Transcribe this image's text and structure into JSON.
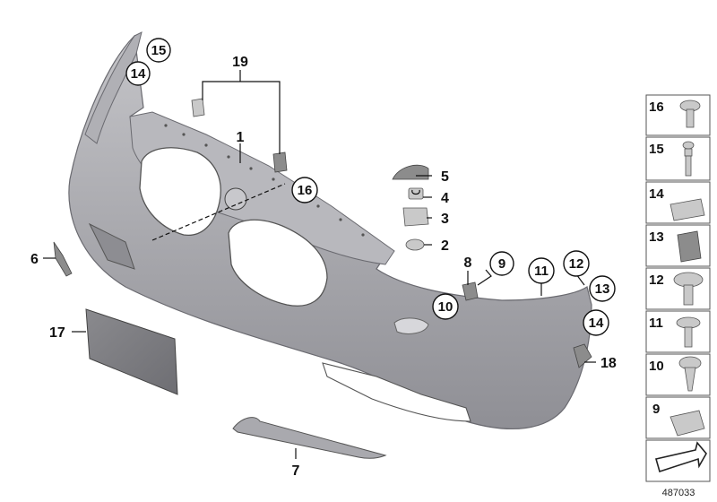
{
  "diagram": {
    "callouts": {
      "c1": "1",
      "c2": "2",
      "c3": "3",
      "c4": "4",
      "c5": "5",
      "c6": "6",
      "c7": "7",
      "c8": "8",
      "c9": "9",
      "c10": "10",
      "c11": "11",
      "c12": "12",
      "c13": "13",
      "c14a": "14",
      "c14b": "14",
      "c15": "15",
      "c16": "16",
      "c17": "17",
      "c18": "18",
      "c19": "19"
    },
    "parts_panel": [
      "16",
      "15",
      "14",
      "13",
      "12",
      "11",
      "10",
      "9"
    ],
    "reference_number": "487033"
  }
}
